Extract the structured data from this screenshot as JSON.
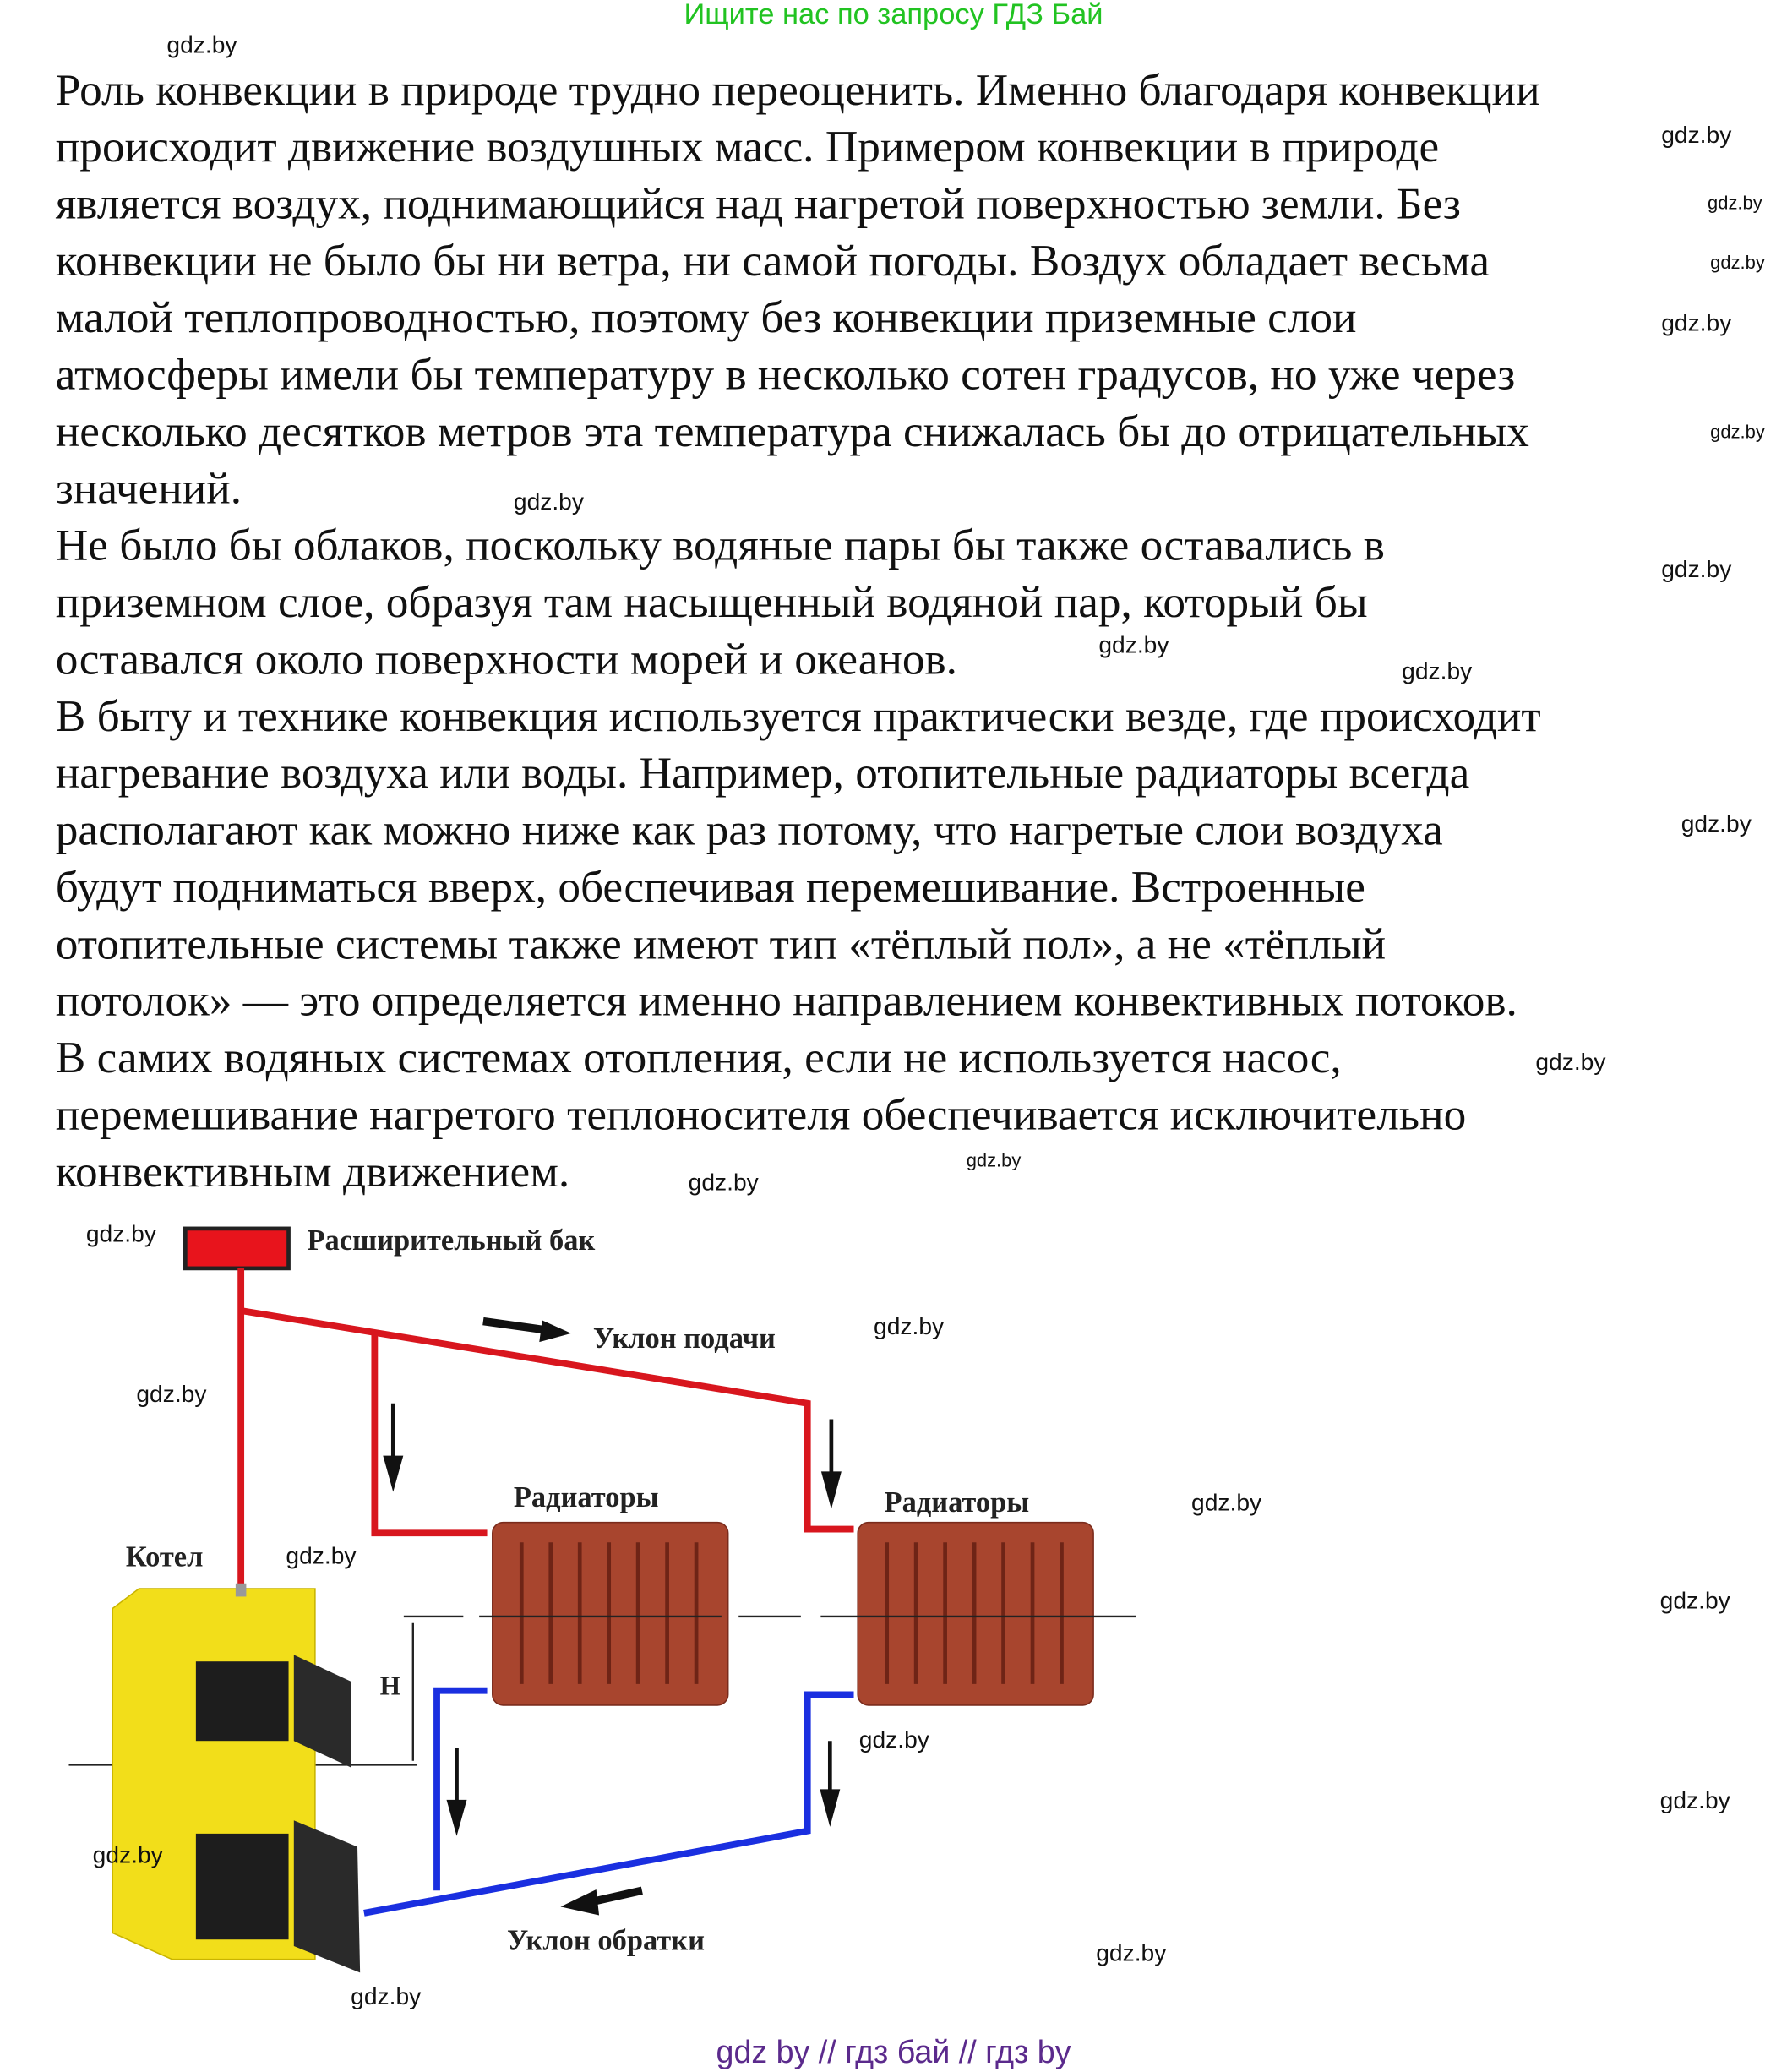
{
  "header_banner": "Ищите нас по запросу ГДЗ Бай",
  "paragraph_lines": [
    "Роль конвекции в природе трудно переоценить. Именно благодаря конвекции",
    "происходит движение воздушных масс. Примером конвекции в природе",
    "является воздух, поднимающийся над нагретой поверхностью земли. Без",
    "конвекции не было бы ни ветра, ни самой погоды. Воздух обладает весьма",
    "малой теплопроводностью, поэтому без конвекции приземные слои",
    "атмосферы имели бы температуру в несколько сотен градусов, но уже через",
    "несколько десятков метров эта температура снижалась бы до отрицательных",
    "значений.",
    "Не было бы облаков, поскольку водяные пары бы также оставались в",
    "приземном слое, образуя там насыщенный водяной пар, который бы",
    "оставался около поверхности морей и океанов.",
    "В быту и технике конвекция используется практически везде, где происходит",
    "нагревание воздуха или воды. Например, отопительные радиаторы всегда",
    "располагают как можно ниже как раз потому, что нагретые слои воздуха",
    "будут подниматься вверх, обеспечивая перемешивание. Встроенные",
    "отопительные системы также имеют тип «тёплый пол», а не «тёплый",
    "потолок» — это определяется именно направлением конвективных потоков.",
    "В самих водяных системах отопления, если не используется насос,",
    "перемешивание нагретого теплоносителя обеспечивается исключительно",
    "конвективным движением."
  ],
  "watermark": "gdz.by",
  "diagram": {
    "expansion_tank": "Расширительный бак",
    "supply_slope": "Уклон подачи",
    "radiators_1": "Радиаторы",
    "radiators_2": "Радиаторы",
    "boiler": "Котел",
    "height_label": "H",
    "return_slope": "Уклон обратки",
    "colors": {
      "supply": "#d8161e",
      "return": "#1a2fe0",
      "boiler": "#f2de1a",
      "radiator": "#a8452e"
    }
  },
  "footer": "gdz by  //  гдз бай  //  гдз by"
}
